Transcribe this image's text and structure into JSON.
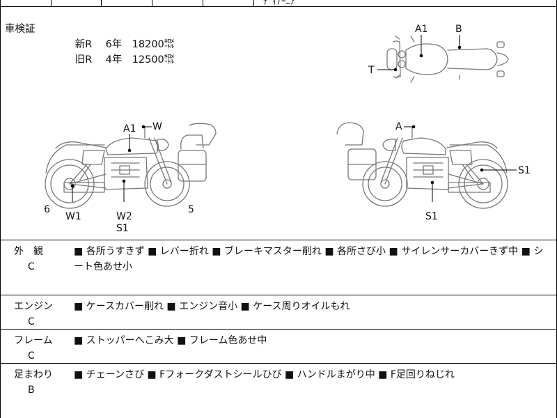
{
  "top_fragment": "ﾃﾞｨﾅｰﾆｱ",
  "inspection": {
    "label": "車検証",
    "rows": [
      {
        "name": "新R",
        "years": "6年",
        "distance": "18200㌖"
      },
      {
        "name": "旧R",
        "years": "4年",
        "distance": "12500㌖"
      }
    ]
  },
  "callouts": {
    "top_view": {
      "a1": "A1",
      "b": "B",
      "t": "T"
    },
    "left_view": {
      "a1": "A1",
      "w": "W",
      "six": "6",
      "w1": "W1",
      "w2": "W2",
      "s1": "S1",
      "five": "5"
    },
    "right_view": {
      "a": "A",
      "s1_right": "S1",
      "s1_bottom": "S1"
    }
  },
  "conditions": [
    {
      "name": "外　観",
      "grade": "C",
      "text": "■ 各所うすきず ■ レバー折れ ■ ブレーキマスター削れ ■ 各所さび小 ■ サイレンサーカバーきず中 ■ シート色あせ小"
    },
    {
      "name": "エンジン",
      "grade": "C",
      "text": "■ ケースカバー削れ ■ エンジン音小 ■ ケース周りオイルもれ"
    },
    {
      "name": "フレーム",
      "grade": "C",
      "text": "■ ストッパーへこみ大 ■ フレーム色あせ中"
    },
    {
      "name": "足まわり",
      "grade": "B",
      "text": "■ チェーンさび ■ Fフォークダストシールひび ■ ハンドルまがり中 ■ F足回りねじれ"
    }
  ]
}
